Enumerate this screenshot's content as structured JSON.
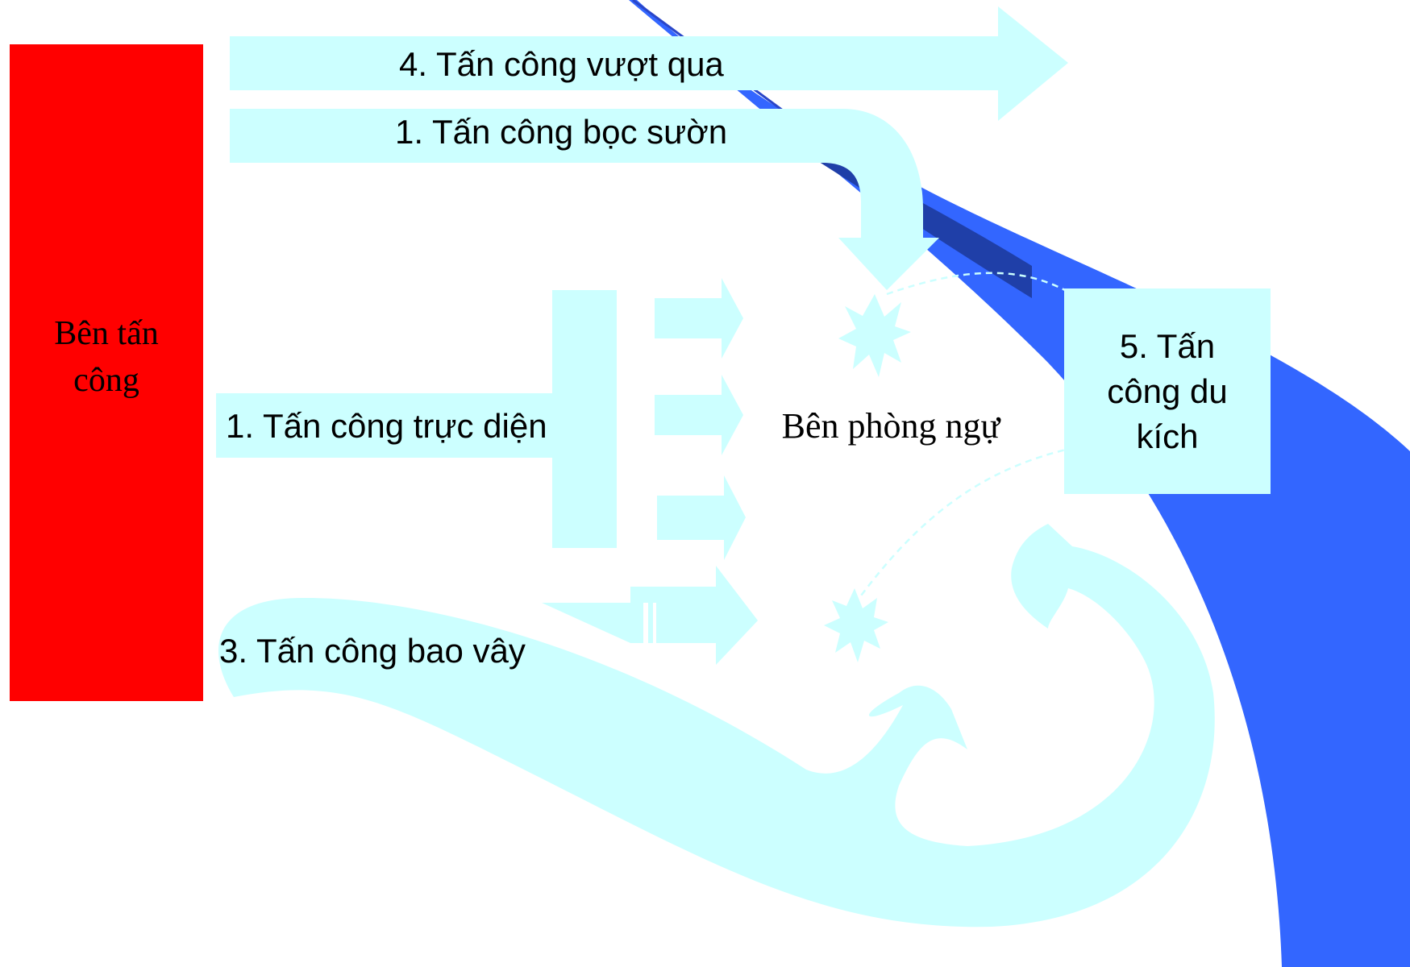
{
  "colors": {
    "attacker": "#ff0000",
    "arrow_fill": "#ccffff",
    "band_dark": "#1f3fa8",
    "band_light": "#3366ff",
    "dashed": "#ccffff"
  },
  "attacker": {
    "label": "Bên tấn công"
  },
  "defender": {
    "label": "Bên phòng ngự"
  },
  "attacks": {
    "bypass": "4. Tấn công vượt qua",
    "flank": "1. Tấn công bọc sườn",
    "frontal": "1. Tấn công trực diện",
    "encirclement": "3. Tấn công bao vây",
    "guerrilla": "5. Tấn công du kích"
  },
  "icons": {
    "impact_top": "starburst-icon",
    "impact_bottom": "starburst-icon"
  }
}
